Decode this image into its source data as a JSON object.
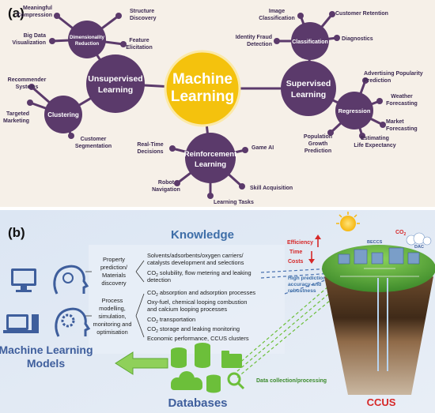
{
  "panel_a": {
    "tag": "(a)",
    "center_line1": "Machine",
    "center_line2": "Learning",
    "unsupervised_line1": "Unsupervised",
    "unsupervised_line2": "Learning",
    "supervised_line1": "Supervised",
    "supervised_line2": "Learning",
    "reinforcement_line1": "Reinforcement",
    "reinforcement_line2": "Learning",
    "dimensionality_line1": "Dimensionality",
    "dimensionality_line2": "Reduction",
    "clustering": "Clustering",
    "classification": "Classification",
    "regression": "Regression",
    "leaves": {
      "meaningful_compression_1": "Meaningful",
      "meaningful_compression_2": "Compression",
      "structure_discovery_1": "Structure",
      "structure_discovery_2": "Discovery",
      "big_data_1": "Big Data",
      "big_data_2": "Visualization",
      "feature_elicitation_1": "Feature",
      "feature_elicitation_2": "Elicitation",
      "recommender_1": "Recommender",
      "recommender_2": "Systems",
      "targeted_1": "Targeted",
      "targeted_2": "Marketing",
      "customer_segmentation_1": "Customer",
      "customer_segmentation_2": "Segmentation",
      "image_classification_1": "Image",
      "image_classification_2": "Classification",
      "customer_retention": "Customer Retention",
      "identity_fraud_1": "Identity Fraud",
      "identity_fraud_2": "Detection",
      "diagnostics": "Diagnostics",
      "advertising_1": "Advertising Popularity",
      "advertising_2": "Prediction",
      "weather_1": "Weather",
      "weather_2": "Forecasting",
      "market_1": "Market",
      "market_2": "Forecasting",
      "population_1": "Population",
      "population_2": "Growth",
      "population_3": "Prediction",
      "life_expectancy_1": "Estimating",
      "life_expectancy_2": "Life Expectancy",
      "real_time_1": "Real-Time",
      "real_time_2": "Decisions",
      "game_ai": "Game AI",
      "robot_navigation_1": "Robot",
      "robot_navigation_2": "Navigation",
      "skill_acquisition": "Skill Acquisition",
      "learning_tasks": "Learning Tasks"
    }
  },
  "panel_b": {
    "tag": "(b)",
    "knowledge_title": "Knowledge",
    "categories": {
      "property_1": "Property",
      "property_2": "prediction/",
      "property_3": "Materials",
      "property_4": "discovery",
      "process_1": "Process",
      "process_2": "modelling,",
      "process_3": "simulation,",
      "process_4": "monitoring and",
      "process_5": "optimisation"
    },
    "knowledge_items": {
      "k1": "Solvents/adsorbents/oxygen carriers/",
      "k2": "catalysts development and selections",
      "k3_pre": "CO",
      "k3_sub": "2",
      "k3_post": " solubility, flow metering and leaking",
      "k4": "detection",
      "k5_pre": "CO",
      "k5_sub": "2",
      "k5_post": " absorption and adsorption processes",
      "k6": "Oxy-fuel, chemical looping combustion",
      "k7": "and calcium looping processes",
      "k8_pre": "CO",
      "k8_sub": "2",
      "k8_post": " transportation",
      "k9_pre": "CO",
      "k9_sub": "2",
      "k9_post": " storage and leaking monitoring",
      "k10": "Economic performance, CCUS clusters"
    },
    "ml_models_line1": "Machine Learning",
    "ml_models_line2": "Models",
    "databases": "Databases",
    "data_collection": "Data collection/processing",
    "high_prediction_1": "High prediction",
    "high_prediction_2": "accuracy and",
    "high_prediction_3": "robustness",
    "efficiency": "Efficiency",
    "time": "Time",
    "costs": "Costs",
    "ccus": "CCUS",
    "co2_label": "CO",
    "co2_sub": "2",
    "beccs": "BECCS",
    "dac": "DAC"
  },
  "colors": {
    "purple": "#5b3a6b",
    "yellow": "#f4c20d",
    "blue_title": "#3e6ea8",
    "red": "#d62828",
    "green": "#6cbf3a",
    "panel_a_bg": "#f6f0e8",
    "panel_b_bg": "#dfe7f2"
  }
}
